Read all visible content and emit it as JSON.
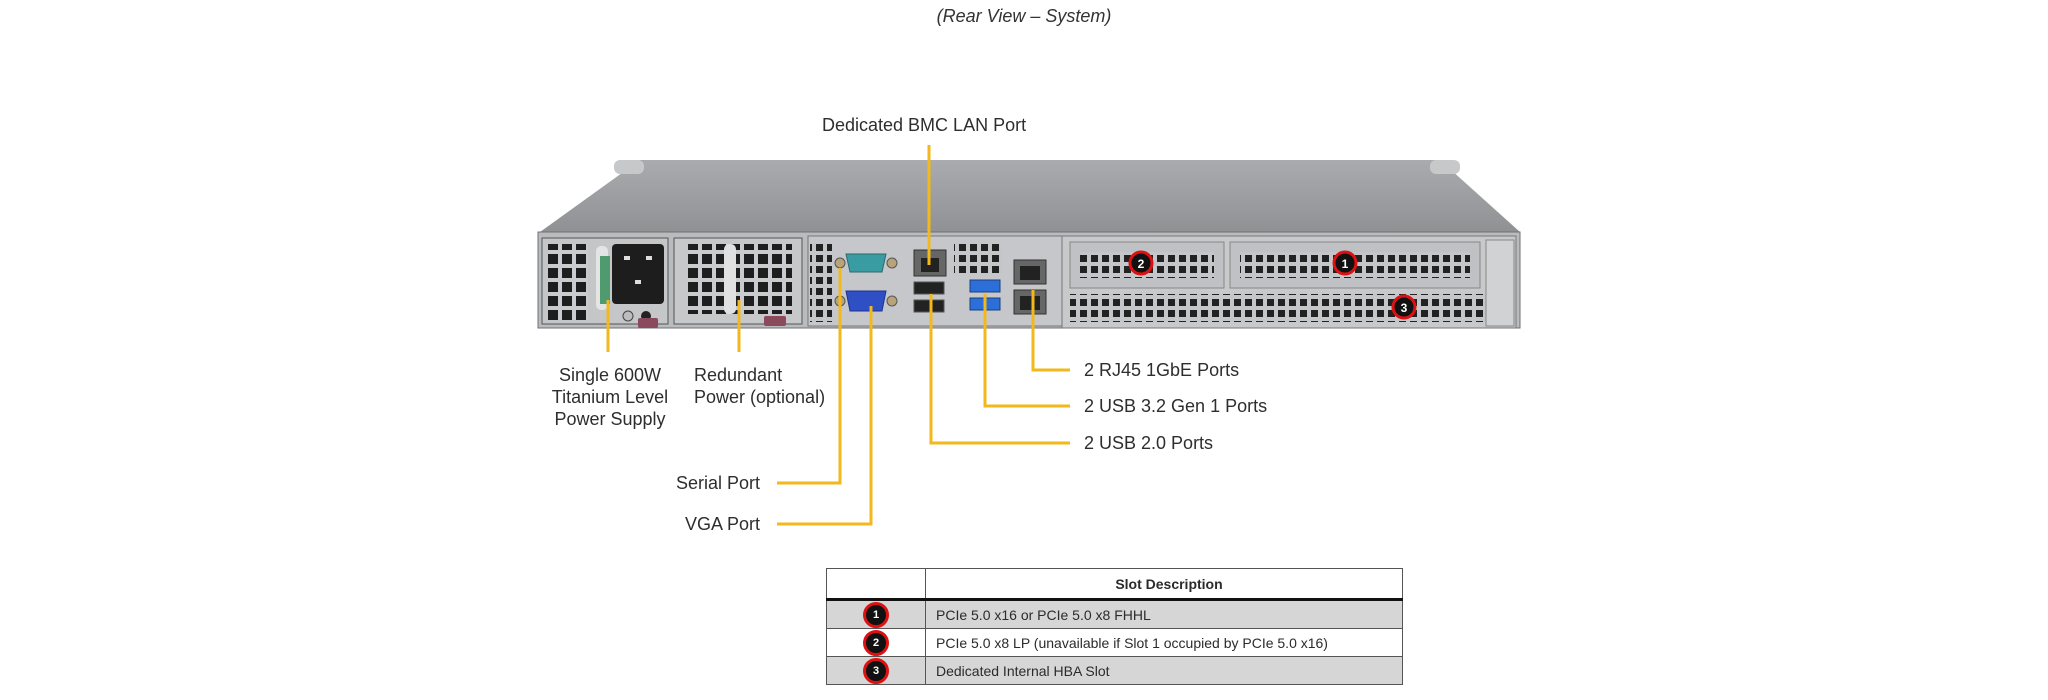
{
  "caption": "(Rear View – System)",
  "callout_color": "#f2b81c",
  "labels": {
    "bmc_lan": "Dedicated BMC LAN Port",
    "psu_line1": "Single 600W",
    "psu_line2": "Titanium Level",
    "psu_line3": "Power Supply",
    "redundant_line1": "Redundant",
    "redundant_line2": "Power (optional)",
    "serial": "Serial Port",
    "vga": "VGA Port",
    "rj45": "2 RJ45 1GbE Ports",
    "usb32": "2 USB 3.2 Gen 1 Ports",
    "usb20": "2 USB 2.0 Ports"
  },
  "slot_markers": [
    "1",
    "2",
    "3"
  ],
  "slot_table": {
    "header": "Slot Description",
    "rows": [
      {
        "num": "1",
        "desc": "PCIe 5.0 x16 or PCIe 5.0 x8 FHHL"
      },
      {
        "num": "2",
        "desc": "PCIe 5.0 x8 LP (unavailable  if Slot 1 occupied by PCIe 5.0 x16)"
      },
      {
        "num": "3",
        "desc": "Dedicated Internal HBA Slot"
      }
    ]
  }
}
